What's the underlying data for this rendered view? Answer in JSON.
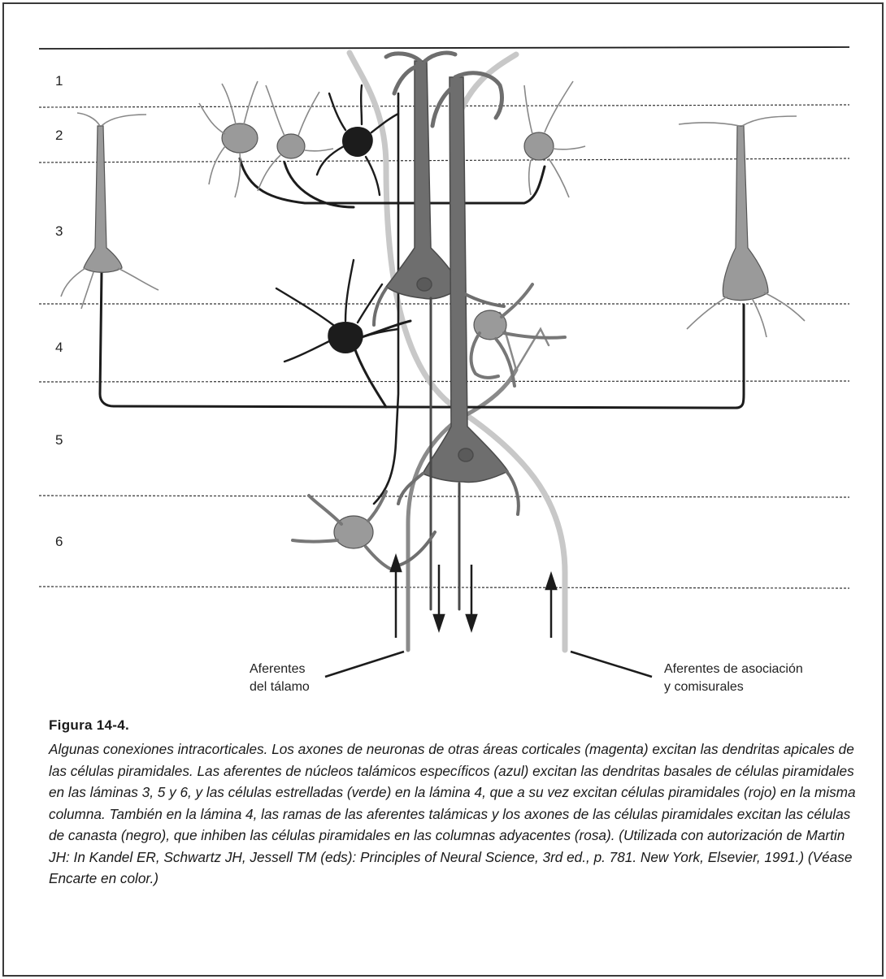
{
  "laminae": [
    "1",
    "2",
    "3",
    "4",
    "5",
    "6"
  ],
  "labels": {
    "thalamic_afferents": [
      "Aferentes",
      "del tálamo"
    ],
    "association_afferents": [
      "Aferentes de asociación",
      "y comisurales"
    ]
  },
  "figure": {
    "title": "Figura 14-4.",
    "caption": "Algunas conexiones intracorticales. Los axones de neuronas de otras áreas corticales (magenta) excitan las dendritas apicales de las células piramidales. Las aferentes de núcleos talámicos específicos (azul) excitan las dendritas basales de células piramidales en las láminas 3, 5 y 6, y las células estrelladas (verde) en la lámina 4, que a su vez excitan células piramidales (rojo) en la misma columna. También en la lámina 4, las ramas de las aferentes talámicas y los axones de las células piramidales excitan las células de canasta (negro), que inhiben las células piramidales en las columnas adyacentes (rosa). (Utilizada con autorización de Martin JH: In Kandel ER, Schwartz JH, Jessell TM (eds): Principles of Neural Science, 3rd ed., p. 781. New York, Elsevier, 1991.) (Véase Encarte en color.)"
  },
  "colors": {
    "line": "#1c1c1c",
    "pyramidal": "#6e6e6e",
    "afferent_light": "#c8c8c8",
    "cell_fill": "#9a9a9a"
  }
}
